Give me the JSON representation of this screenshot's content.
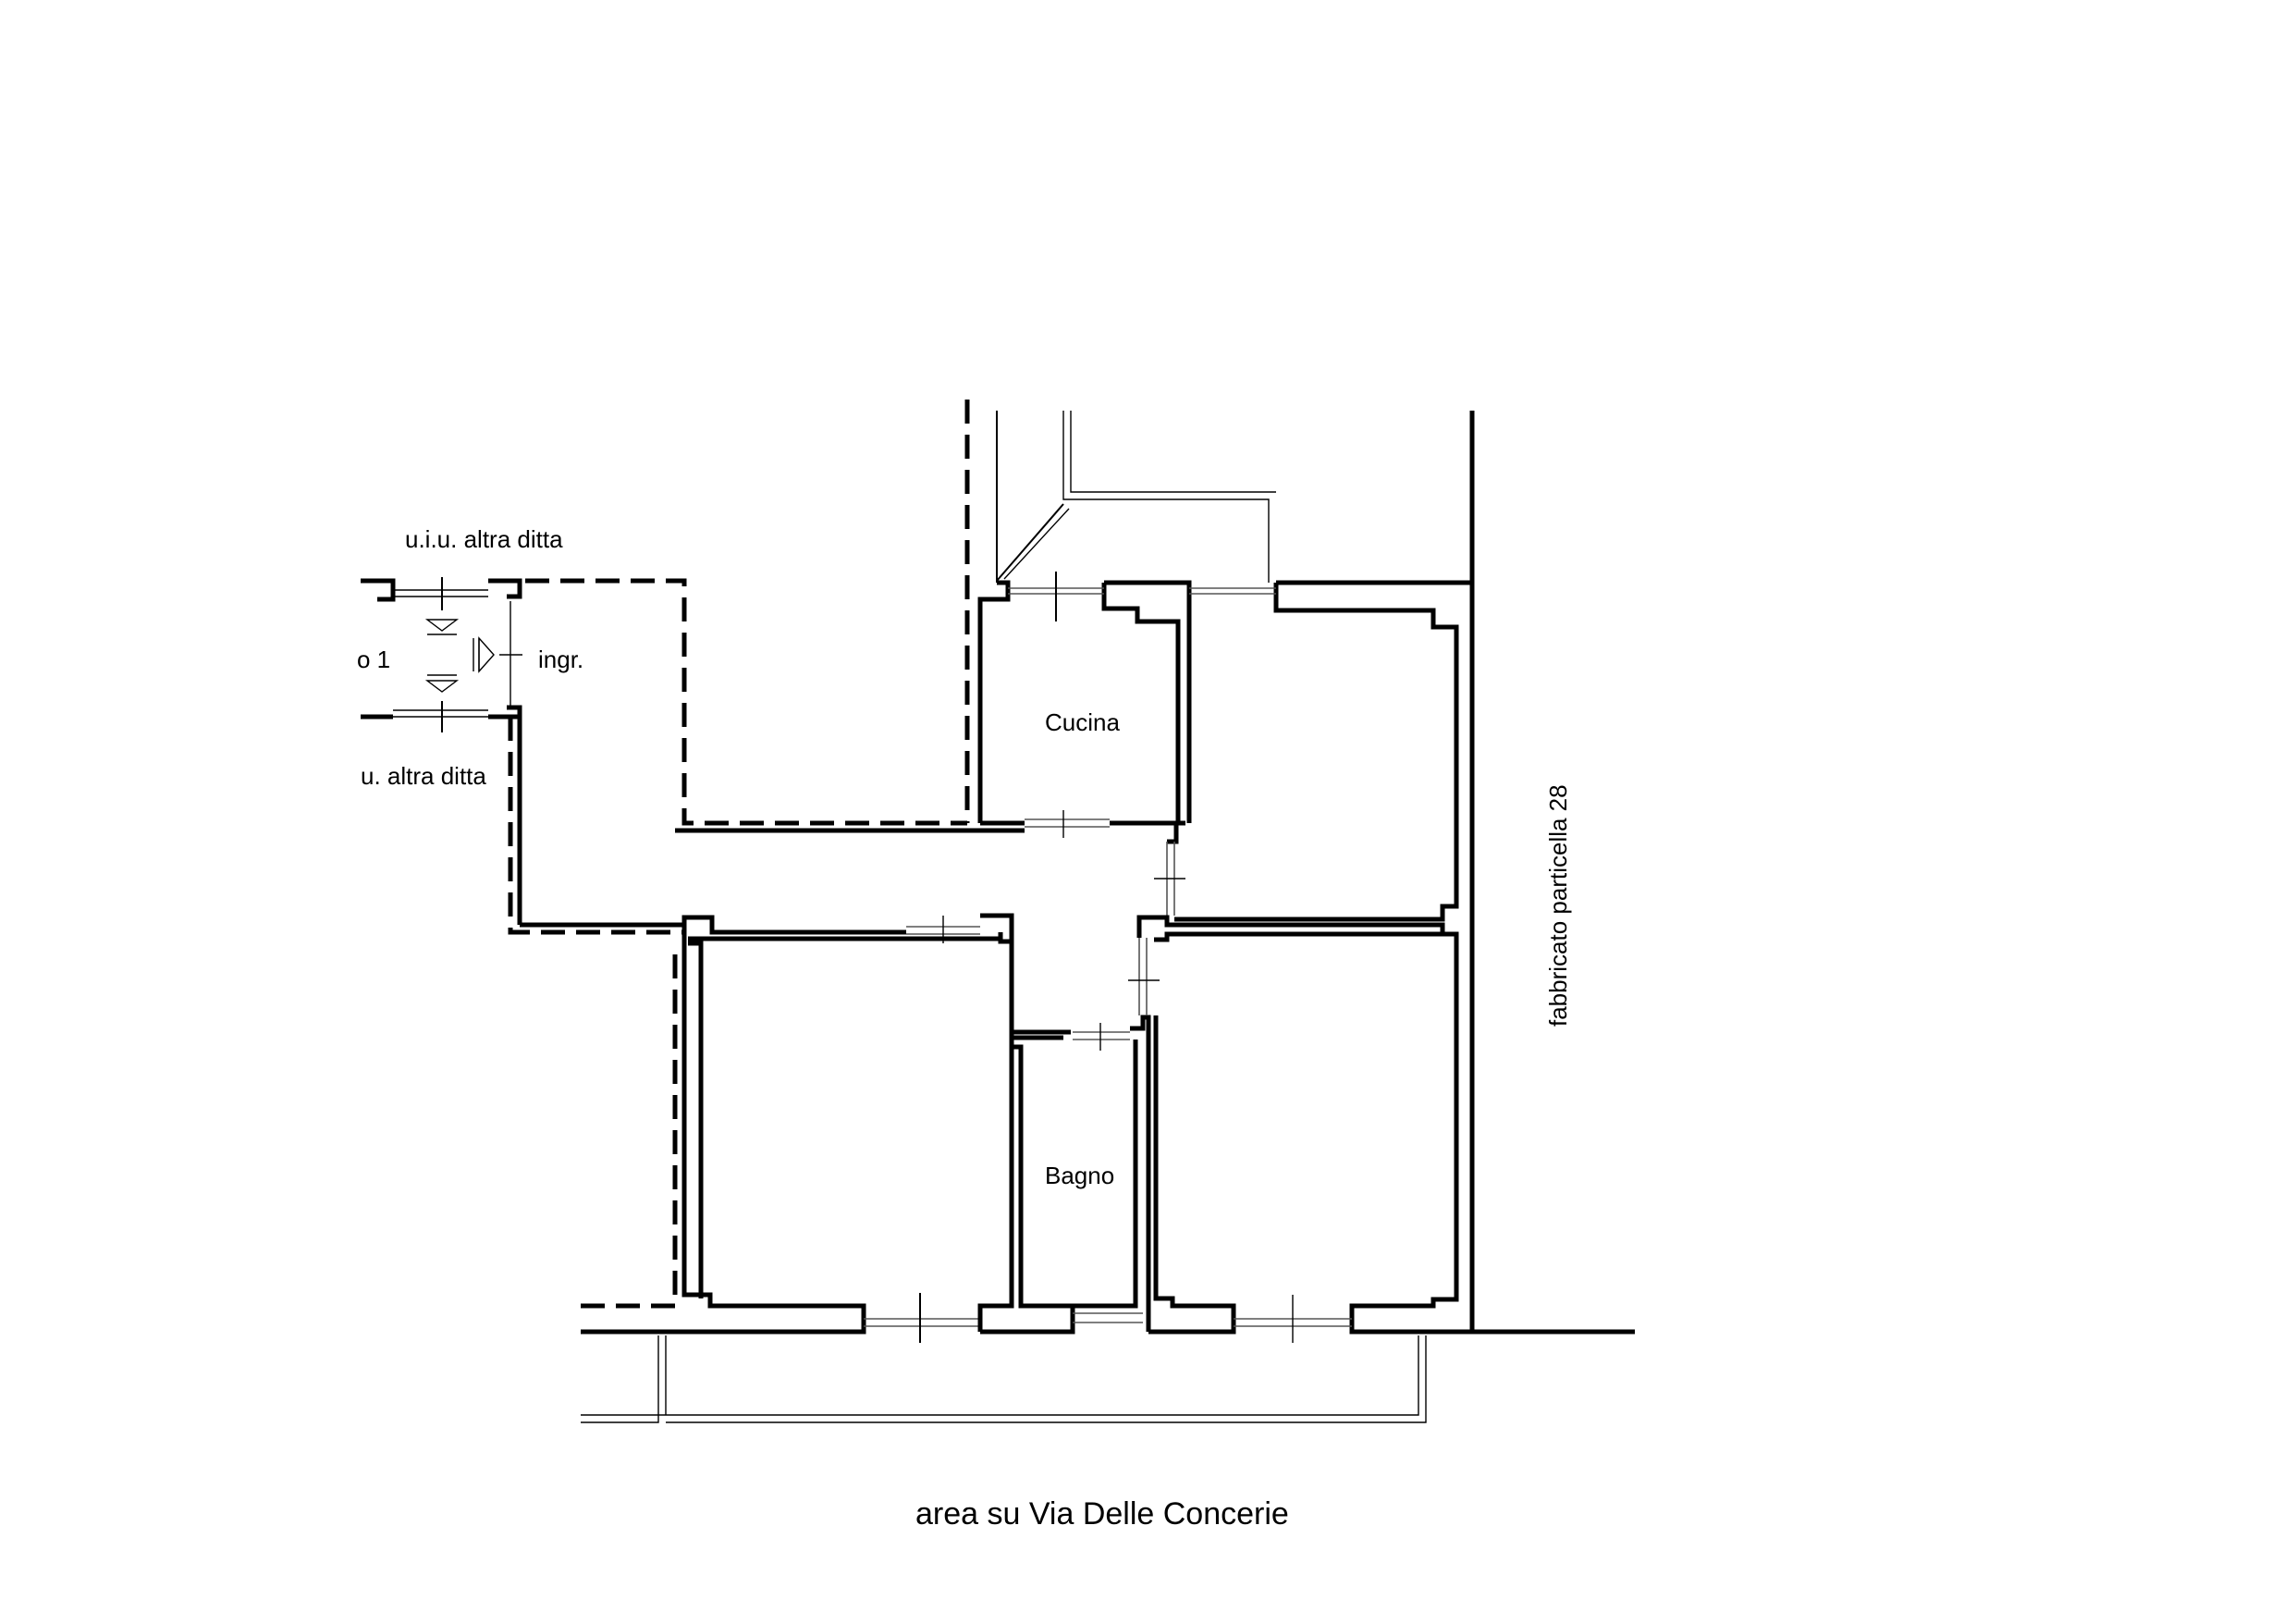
{
  "labels": {
    "neighbor_top": "u.i.u. altra ditta",
    "neighbor_bottom": "u. altra ditta",
    "stair_fragment": "o 1",
    "entrance": "ingr.",
    "kitchen": "Cucina",
    "bathroom": "Bagno",
    "adjacent_building": "fabbricato particella 28",
    "street_area": "area su Via Delle Concerie"
  },
  "colors": {
    "line": "#000000",
    "background": "#ffffff"
  }
}
